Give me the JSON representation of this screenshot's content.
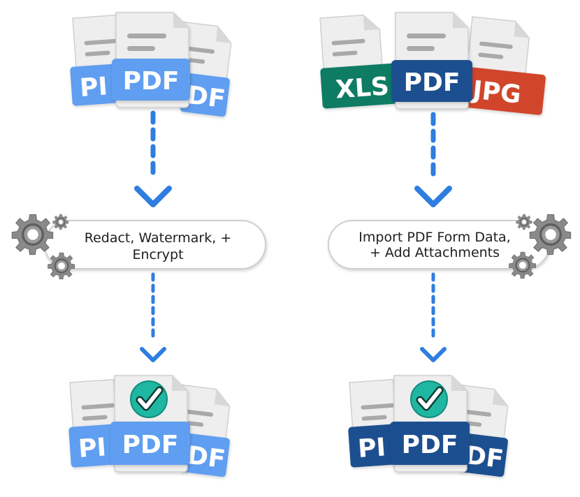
{
  "colors": {
    "light_blue": "#5e9ef0",
    "dark_blue": "#1f4f8f",
    "green": "#0f7c63",
    "red": "#d1452c",
    "arrow_blue": "#2f7de0",
    "teal": "#20b7a2",
    "paper": "#eeeeee",
    "gear": "#8a8a8a"
  },
  "left_flow": {
    "input_docs": [
      {
        "label": "PI",
        "color": "light_blue"
      },
      {
        "label": "DF",
        "color": "light_blue"
      },
      {
        "label": "PDF",
        "color": "light_blue"
      }
    ],
    "process": {
      "line1": "Redact, Watermark, +",
      "line2": "Encrypt",
      "icon": "gear-icon"
    },
    "output_docs": [
      {
        "label": "PI",
        "color": "light_blue"
      },
      {
        "label": "DF",
        "color": "light_blue"
      },
      {
        "label": "PDF",
        "color": "light_blue",
        "badge": "checkmark-icon"
      }
    ]
  },
  "right_flow": {
    "input_docs": [
      {
        "label": "XLS",
        "color": "green"
      },
      {
        "label": "JPG",
        "color": "red"
      },
      {
        "label": "PDF",
        "color": "dark_blue"
      }
    ],
    "process": {
      "line1": "Import PDF Form Data,",
      "line2": "+ Add Attachments",
      "icon": "gear-icon"
    },
    "output_docs": [
      {
        "label": "PI",
        "color": "dark_blue"
      },
      {
        "label": "DF",
        "color": "dark_blue"
      },
      {
        "label": "PDF",
        "color": "dark_blue",
        "badge": "checkmark-icon"
      }
    ]
  }
}
